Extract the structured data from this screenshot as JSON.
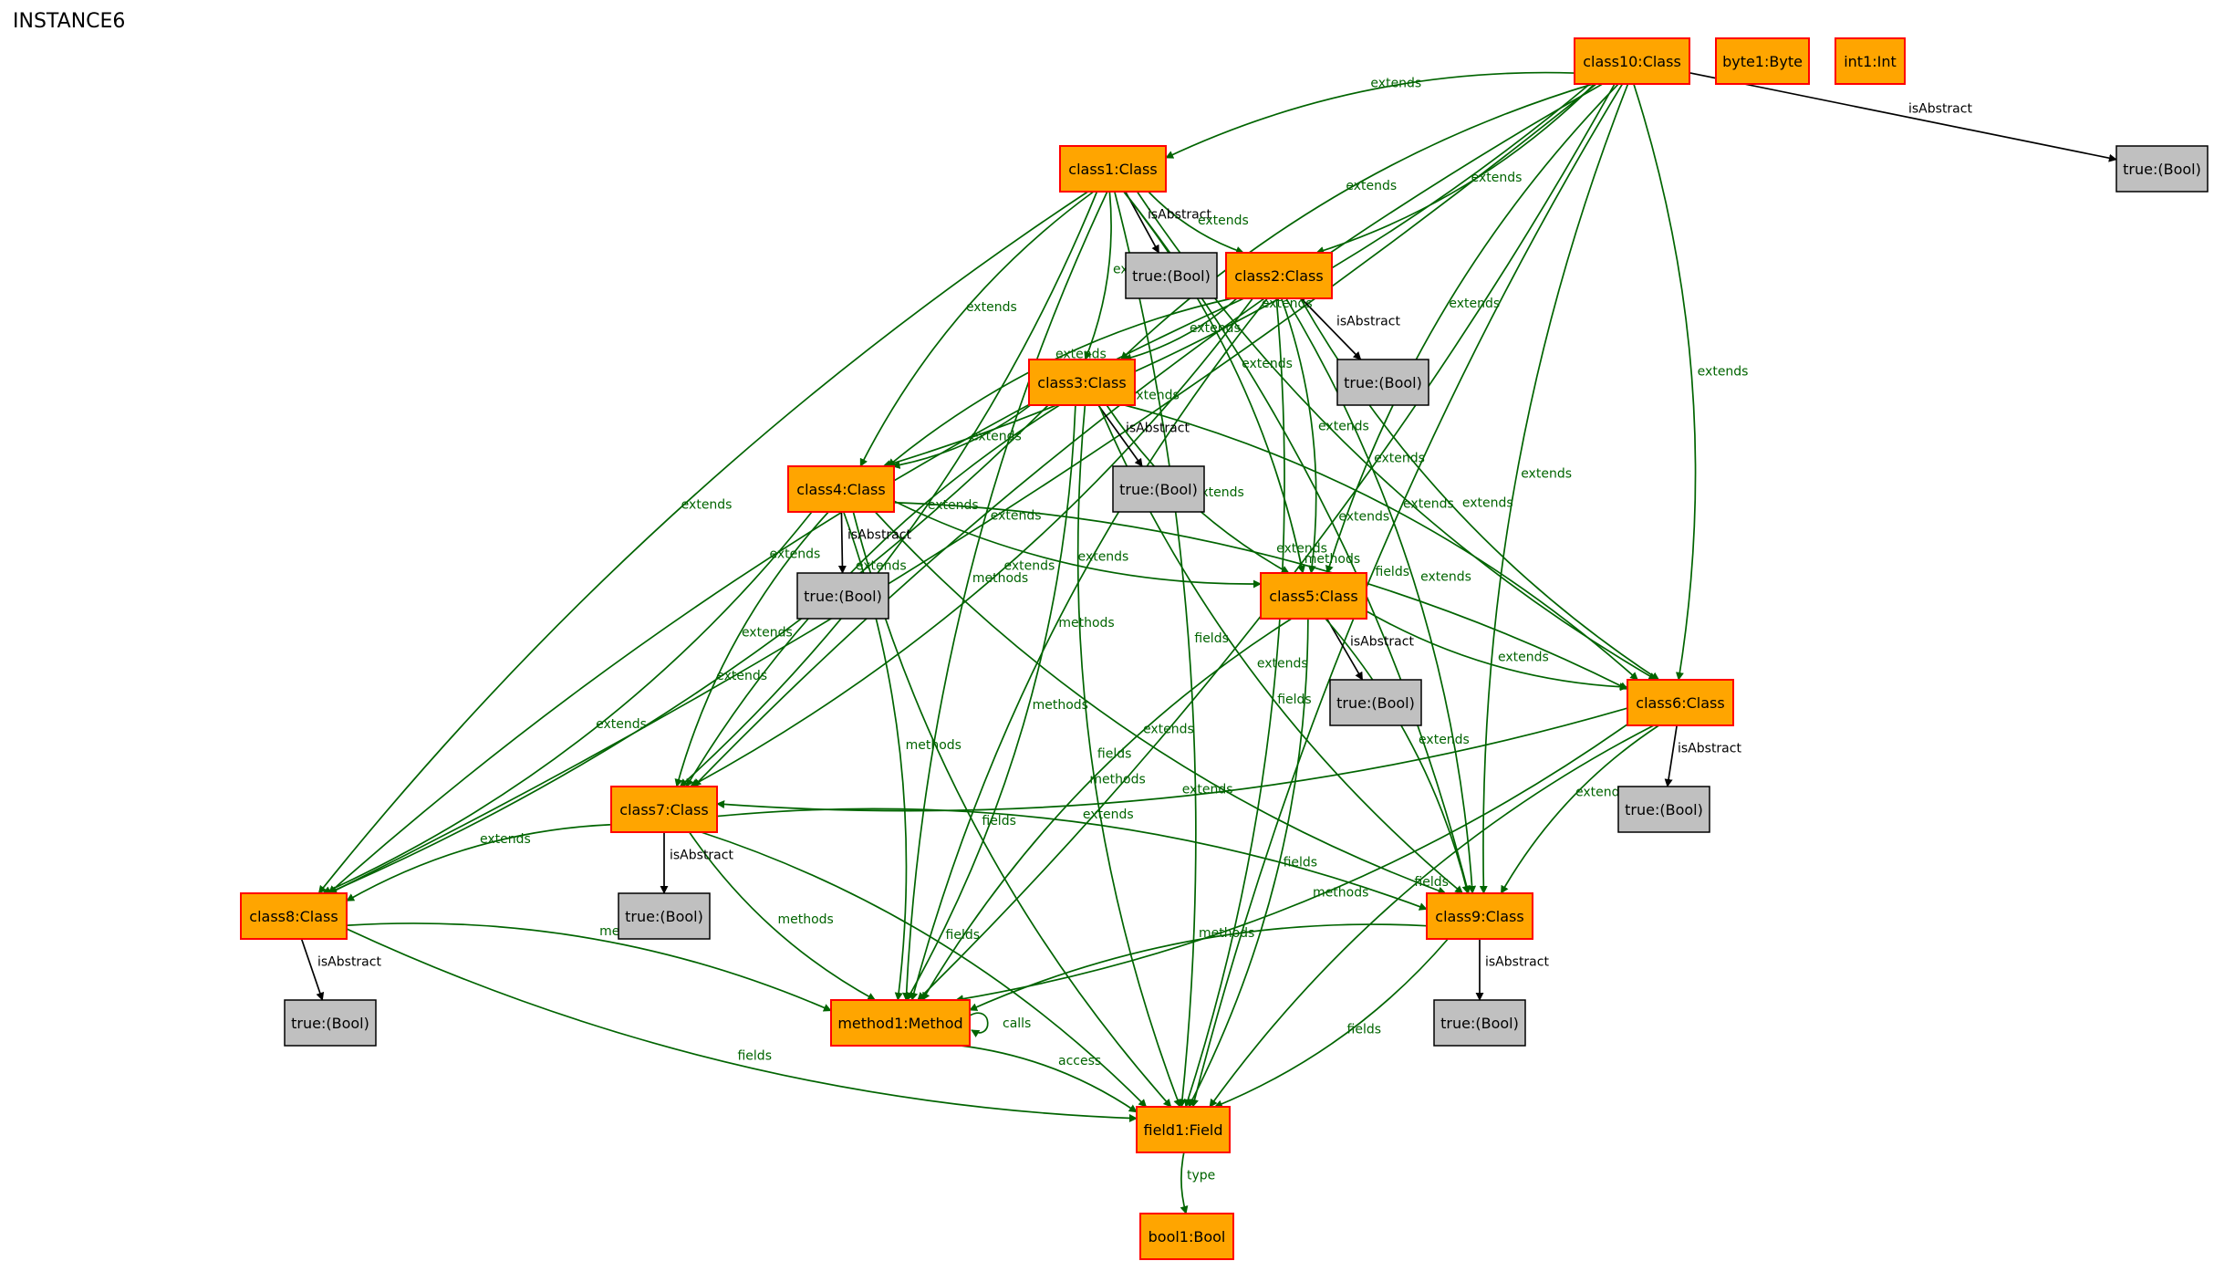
{
  "title": "INSTANCE6",
  "colors": {
    "object_fill": "#ffa500",
    "object_border": "#ff0000",
    "value_fill": "#c0c0c0",
    "value_border": "#000000",
    "edge_green": "#006400",
    "edge_black": "#000000"
  },
  "nodes": [
    {
      "id": "class10",
      "label": "class10:Class",
      "kind": "object"
    },
    {
      "id": "byte1",
      "label": "byte1:Byte",
      "kind": "object"
    },
    {
      "id": "int1",
      "label": "int1:Int",
      "kind": "object"
    },
    {
      "id": "b10",
      "label": "true:(Bool)",
      "kind": "value"
    },
    {
      "id": "class1",
      "label": "class1:Class",
      "kind": "object"
    },
    {
      "id": "b1",
      "label": "true:(Bool)",
      "kind": "value"
    },
    {
      "id": "class2",
      "label": "class2:Class",
      "kind": "object"
    },
    {
      "id": "b2",
      "label": "true:(Bool)",
      "kind": "value"
    },
    {
      "id": "class3",
      "label": "class3:Class",
      "kind": "object"
    },
    {
      "id": "b3",
      "label": "true:(Bool)",
      "kind": "value"
    },
    {
      "id": "class4",
      "label": "class4:Class",
      "kind": "object"
    },
    {
      "id": "b4",
      "label": "true:(Bool)",
      "kind": "value"
    },
    {
      "id": "class5",
      "label": "class5:Class",
      "kind": "object"
    },
    {
      "id": "b5",
      "label": "true:(Bool)",
      "kind": "value"
    },
    {
      "id": "class6",
      "label": "class6:Class",
      "kind": "object"
    },
    {
      "id": "b6",
      "label": "true:(Bool)",
      "kind": "value"
    },
    {
      "id": "class7",
      "label": "class7:Class",
      "kind": "object"
    },
    {
      "id": "b7",
      "label": "true:(Bool)",
      "kind": "value"
    },
    {
      "id": "class8",
      "label": "class8:Class",
      "kind": "object"
    },
    {
      "id": "b8",
      "label": "true:(Bool)",
      "kind": "value"
    },
    {
      "id": "class9",
      "label": "class9:Class",
      "kind": "object"
    },
    {
      "id": "b9",
      "label": "true:(Bool)",
      "kind": "value"
    },
    {
      "id": "method1",
      "label": "method1:Method",
      "kind": "object"
    },
    {
      "id": "field1",
      "label": "field1:Field",
      "kind": "object"
    },
    {
      "id": "bool1",
      "label": "bool1:Bool",
      "kind": "object"
    }
  ],
  "edges": [
    {
      "from": "class10",
      "to": "b10",
      "label": "isAbstract"
    },
    {
      "from": "class10",
      "to": "class1",
      "label": "extends"
    },
    {
      "from": "class10",
      "to": "class2",
      "label": "extends"
    },
    {
      "from": "class10",
      "to": "class3",
      "label": "extends"
    },
    {
      "from": "class10",
      "to": "class4",
      "label": "extends"
    },
    {
      "from": "class10",
      "to": "class5",
      "label": "extends"
    },
    {
      "from": "class10",
      "to": "class6",
      "label": "extends"
    },
    {
      "from": "class10",
      "to": "class7",
      "label": "extends"
    },
    {
      "from": "class10",
      "to": "class8",
      "label": "extends"
    },
    {
      "from": "class10",
      "to": "class9",
      "label": "extends"
    },
    {
      "from": "class10",
      "to": "method1",
      "label": "methods"
    },
    {
      "from": "class10",
      "to": "field1",
      "label": "fields"
    },
    {
      "from": "class1",
      "to": "b1",
      "label": "isAbstract"
    },
    {
      "from": "class1",
      "to": "class2",
      "label": "extends"
    },
    {
      "from": "class1",
      "to": "class3",
      "label": "extends"
    },
    {
      "from": "class1",
      "to": "class4",
      "label": "extends"
    },
    {
      "from": "class1",
      "to": "class5",
      "label": "extends"
    },
    {
      "from": "class1",
      "to": "class6",
      "label": "extends"
    },
    {
      "from": "class1",
      "to": "class7",
      "label": "extends"
    },
    {
      "from": "class1",
      "to": "class8",
      "label": "extends"
    },
    {
      "from": "class1",
      "to": "class9",
      "label": "extends"
    },
    {
      "from": "class1",
      "to": "method1",
      "label": "methods"
    },
    {
      "from": "class1",
      "to": "field1",
      "label": "fields"
    },
    {
      "from": "class2",
      "to": "b2",
      "label": "isAbstract"
    },
    {
      "from": "class2",
      "to": "class3",
      "label": "extends"
    },
    {
      "from": "class2",
      "to": "class4",
      "label": "extends"
    },
    {
      "from": "class2",
      "to": "class5",
      "label": "extends"
    },
    {
      "from": "class2",
      "to": "class6",
      "label": "extends"
    },
    {
      "from": "class2",
      "to": "class7",
      "label": "extends"
    },
    {
      "from": "class2",
      "to": "class8",
      "label": "extends"
    },
    {
      "from": "class2",
      "to": "class9",
      "label": "extends"
    },
    {
      "from": "class2",
      "to": "method1",
      "label": "methods"
    },
    {
      "from": "class2",
      "to": "field1",
      "label": "fields"
    },
    {
      "from": "class3",
      "to": "b3",
      "label": "isAbstract"
    },
    {
      "from": "class3",
      "to": "class4",
      "label": "extends"
    },
    {
      "from": "class3",
      "to": "class5",
      "label": "extends"
    },
    {
      "from": "class3",
      "to": "class6",
      "label": "extends"
    },
    {
      "from": "class3",
      "to": "class7",
      "label": "extends"
    },
    {
      "from": "class3",
      "to": "class8",
      "label": "extends"
    },
    {
      "from": "class3",
      "to": "class9",
      "label": "extends"
    },
    {
      "from": "class3",
      "to": "method1",
      "label": "methods"
    },
    {
      "from": "class3",
      "to": "field1",
      "label": "fields"
    },
    {
      "from": "class4",
      "to": "b4",
      "label": "isAbstract"
    },
    {
      "from": "class4",
      "to": "class5",
      "label": "extends"
    },
    {
      "from": "class4",
      "to": "class6",
      "label": "extends"
    },
    {
      "from": "class4",
      "to": "class7",
      "label": "extends"
    },
    {
      "from": "class4",
      "to": "class8",
      "label": "extends"
    },
    {
      "from": "class4",
      "to": "class9",
      "label": "extends"
    },
    {
      "from": "class4",
      "to": "method1",
      "label": "methods"
    },
    {
      "from": "class4",
      "to": "field1",
      "label": "fields"
    },
    {
      "from": "class5",
      "to": "b5",
      "label": "isAbstract"
    },
    {
      "from": "class5",
      "to": "class6",
      "label": "extends"
    },
    {
      "from": "class5",
      "to": "class9",
      "label": "extends"
    },
    {
      "from": "class5",
      "to": "method1",
      "label": "methods"
    },
    {
      "from": "class5",
      "to": "field1",
      "label": "fields"
    },
    {
      "from": "class6",
      "to": "b6",
      "label": "isAbstract"
    },
    {
      "from": "class6",
      "to": "class7",
      "label": "extends"
    },
    {
      "from": "class6",
      "to": "class9",
      "label": "extends"
    },
    {
      "from": "class6",
      "to": "method1",
      "label": "methods"
    },
    {
      "from": "class6",
      "to": "field1",
      "label": "fields"
    },
    {
      "from": "class7",
      "to": "b7",
      "label": "isAbstract"
    },
    {
      "from": "class7",
      "to": "class8",
      "label": "extends"
    },
    {
      "from": "class7",
      "to": "class9",
      "label": "extends"
    },
    {
      "from": "class7",
      "to": "method1",
      "label": "methods"
    },
    {
      "from": "class7",
      "to": "field1",
      "label": "fields"
    },
    {
      "from": "class8",
      "to": "b8",
      "label": "isAbstract"
    },
    {
      "from": "class8",
      "to": "method1",
      "label": "methods"
    },
    {
      "from": "class8",
      "to": "field1",
      "label": "fields"
    },
    {
      "from": "class9",
      "to": "b9",
      "label": "isAbstract"
    },
    {
      "from": "class9",
      "to": "method1",
      "label": "methods"
    },
    {
      "from": "class9",
      "to": "field1",
      "label": "fields"
    },
    {
      "from": "method1",
      "to": "method1",
      "label": "calls"
    },
    {
      "from": "method1",
      "to": "field1",
      "label": "access"
    },
    {
      "from": "field1",
      "to": "bool1",
      "label": "type"
    }
  ]
}
